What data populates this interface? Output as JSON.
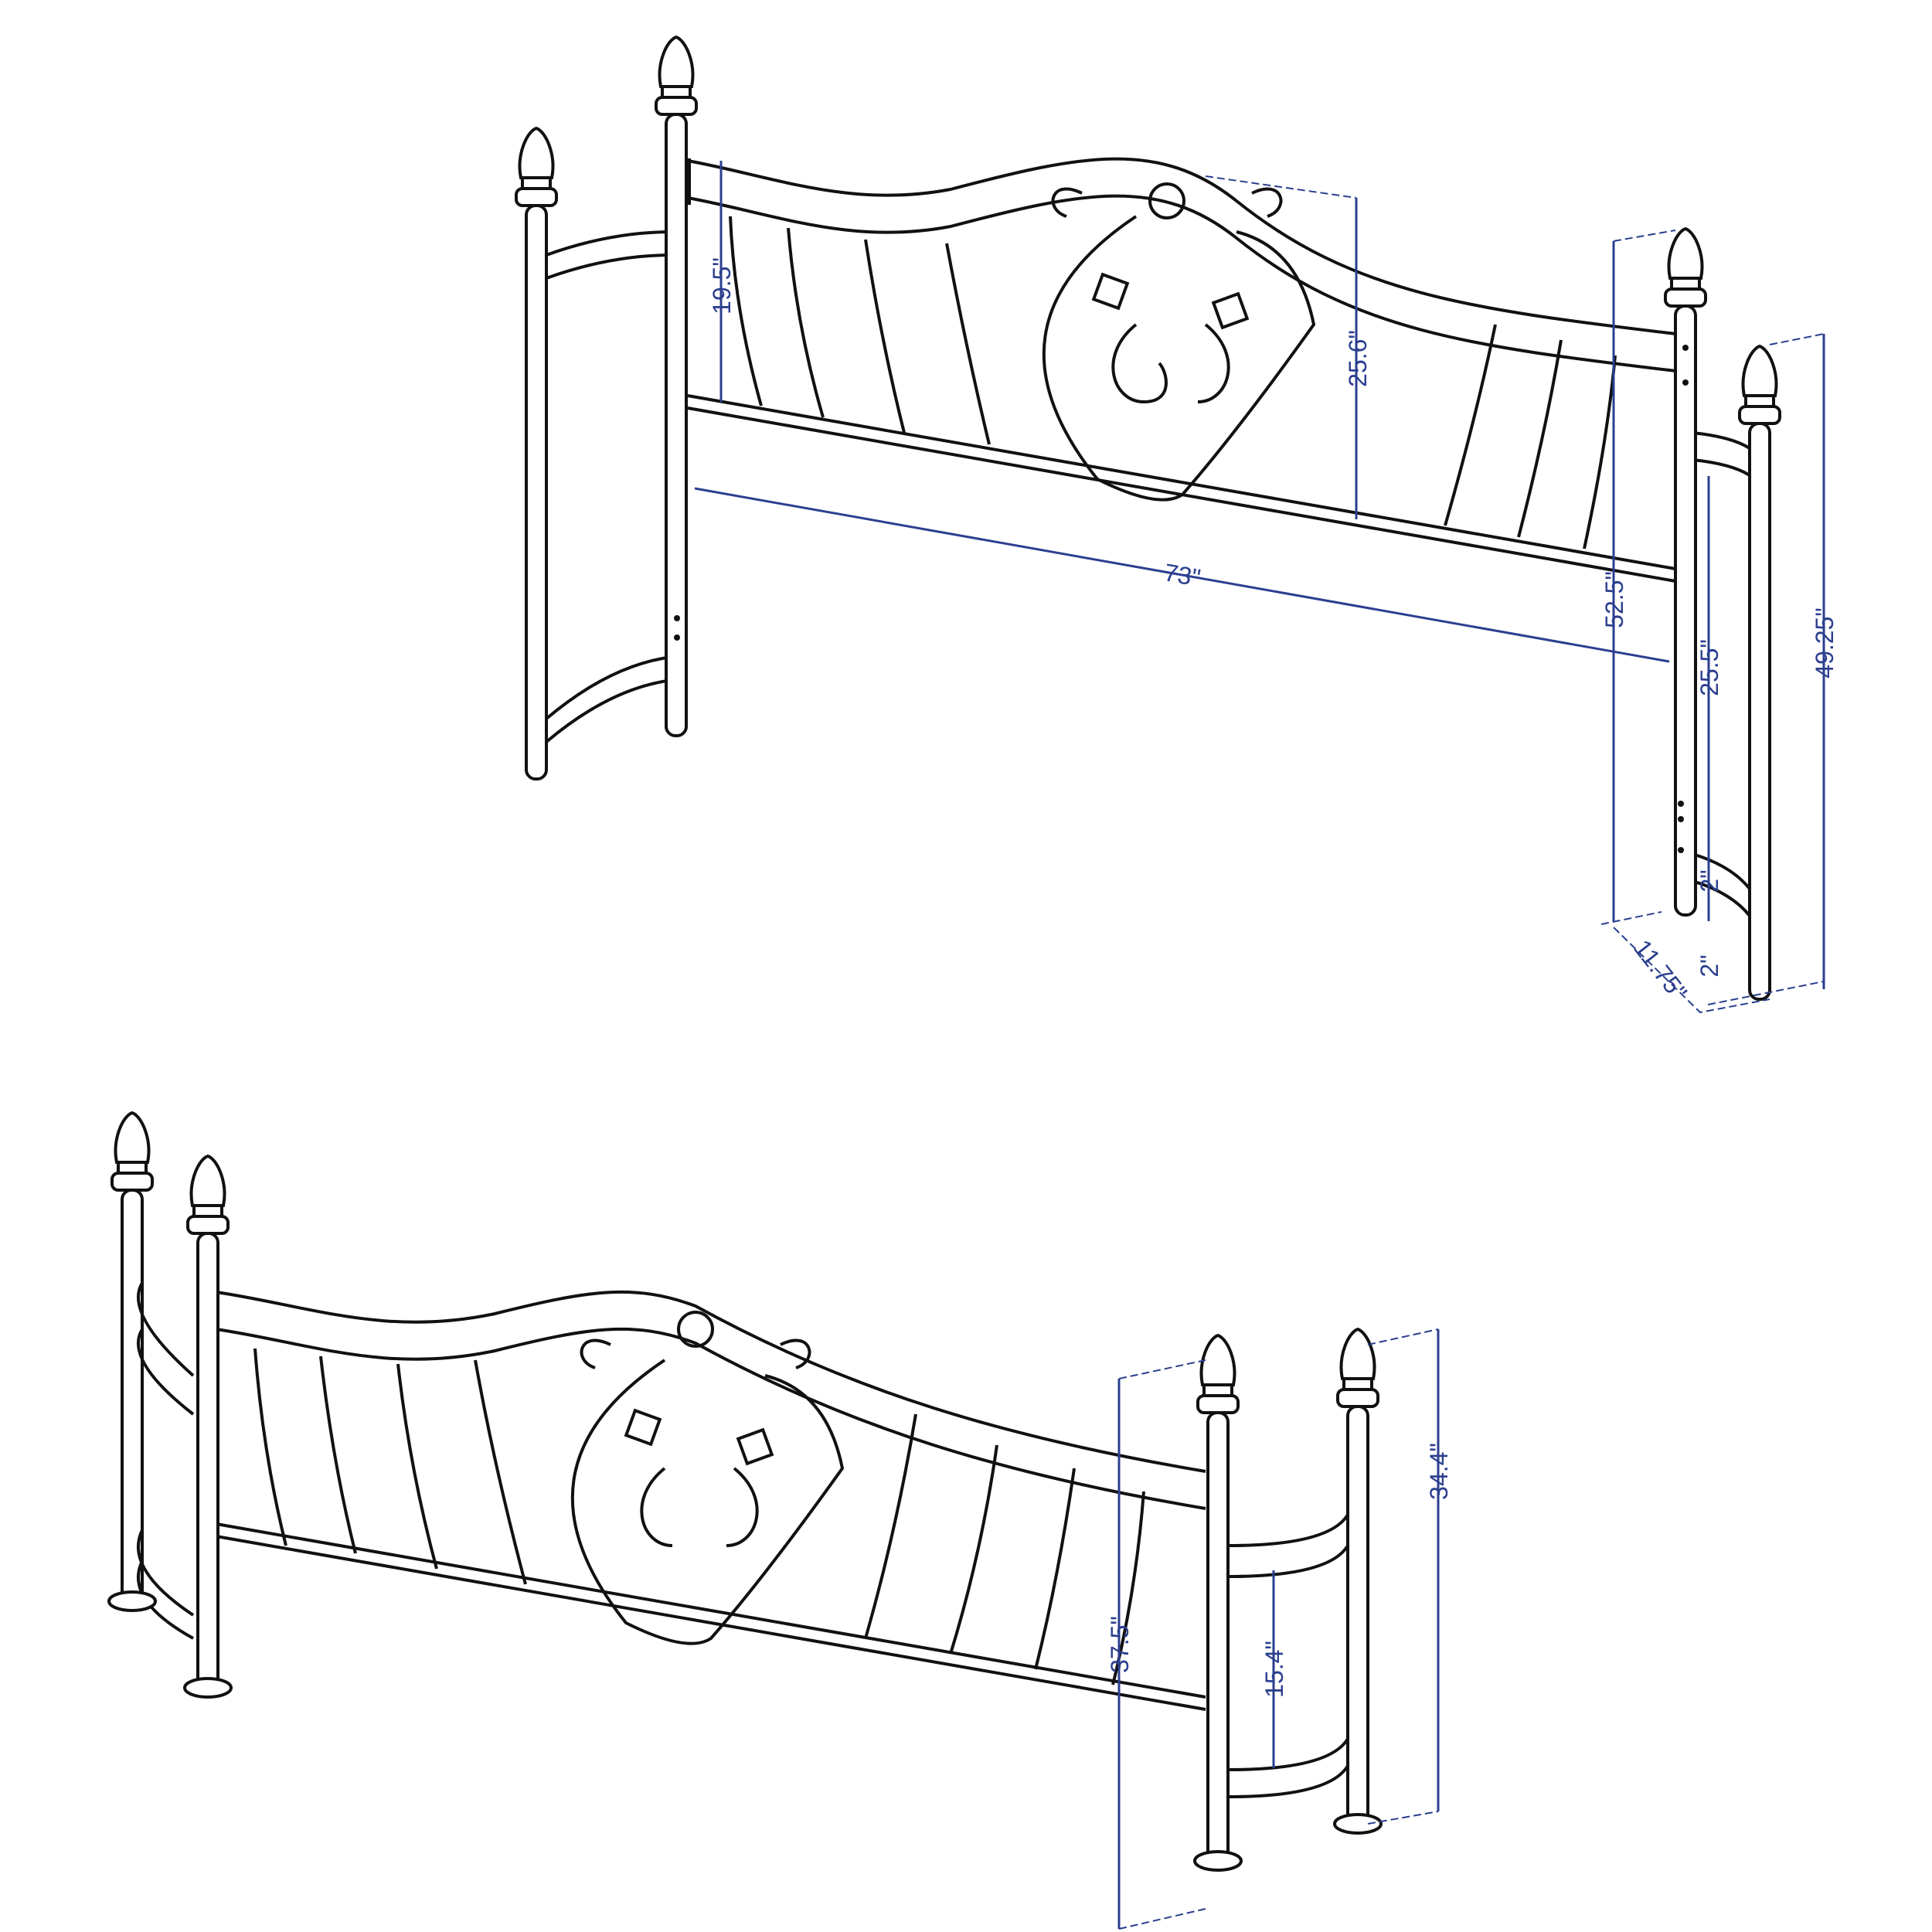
{
  "colors": {
    "line": "#111111",
    "dimension": "#2b3f8f",
    "background": "#ffffff"
  },
  "headboard": {
    "dimensions": {
      "panel_height": "19.5\"",
      "center_height": "25.6\"",
      "width": "73\"",
      "post_height": "52.5\"",
      "rail_height": "25.5\"",
      "back_post_height": "49.25\"",
      "leg_gap": "2\"",
      "leg_gap_lower": "2\"",
      "depth": "11.75\""
    }
  },
  "footboard": {
    "dimensions": {
      "post_height": "37.5\"",
      "rail_height": "15.4\"",
      "back_post_height": "34.4\""
    }
  }
}
